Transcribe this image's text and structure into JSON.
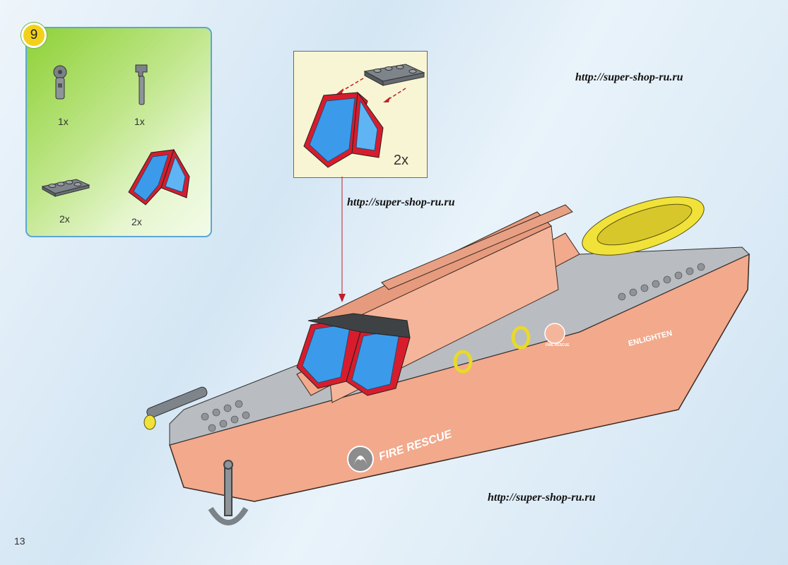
{
  "step": {
    "number": "9"
  },
  "parts": [
    {
      "name": "gear-tool",
      "qty": "1x"
    },
    {
      "name": "wrench-tool",
      "qty": "1x"
    },
    {
      "name": "plate-1x4",
      "qty": "2x"
    },
    {
      "name": "windscreen",
      "qty": "2x"
    }
  ],
  "detail": {
    "qty": "2x"
  },
  "watermarks": [
    "http://super-shop-ru.ru",
    "http://super-shop-ru.ru",
    "http://super-shop-ru.ru"
  ],
  "boat": {
    "hull_text": "FIRE RESCUE",
    "side_text": "ENLIGHTEN",
    "emblem_text": "FIRE RESCUE"
  },
  "page": {
    "number": "13"
  },
  "colors": {
    "hull": "#f2a98c",
    "windscreen": "#3b9bea",
    "frame": "#d81c2c",
    "panel": "#8ed136",
    "badge": "#f2d11a"
  }
}
